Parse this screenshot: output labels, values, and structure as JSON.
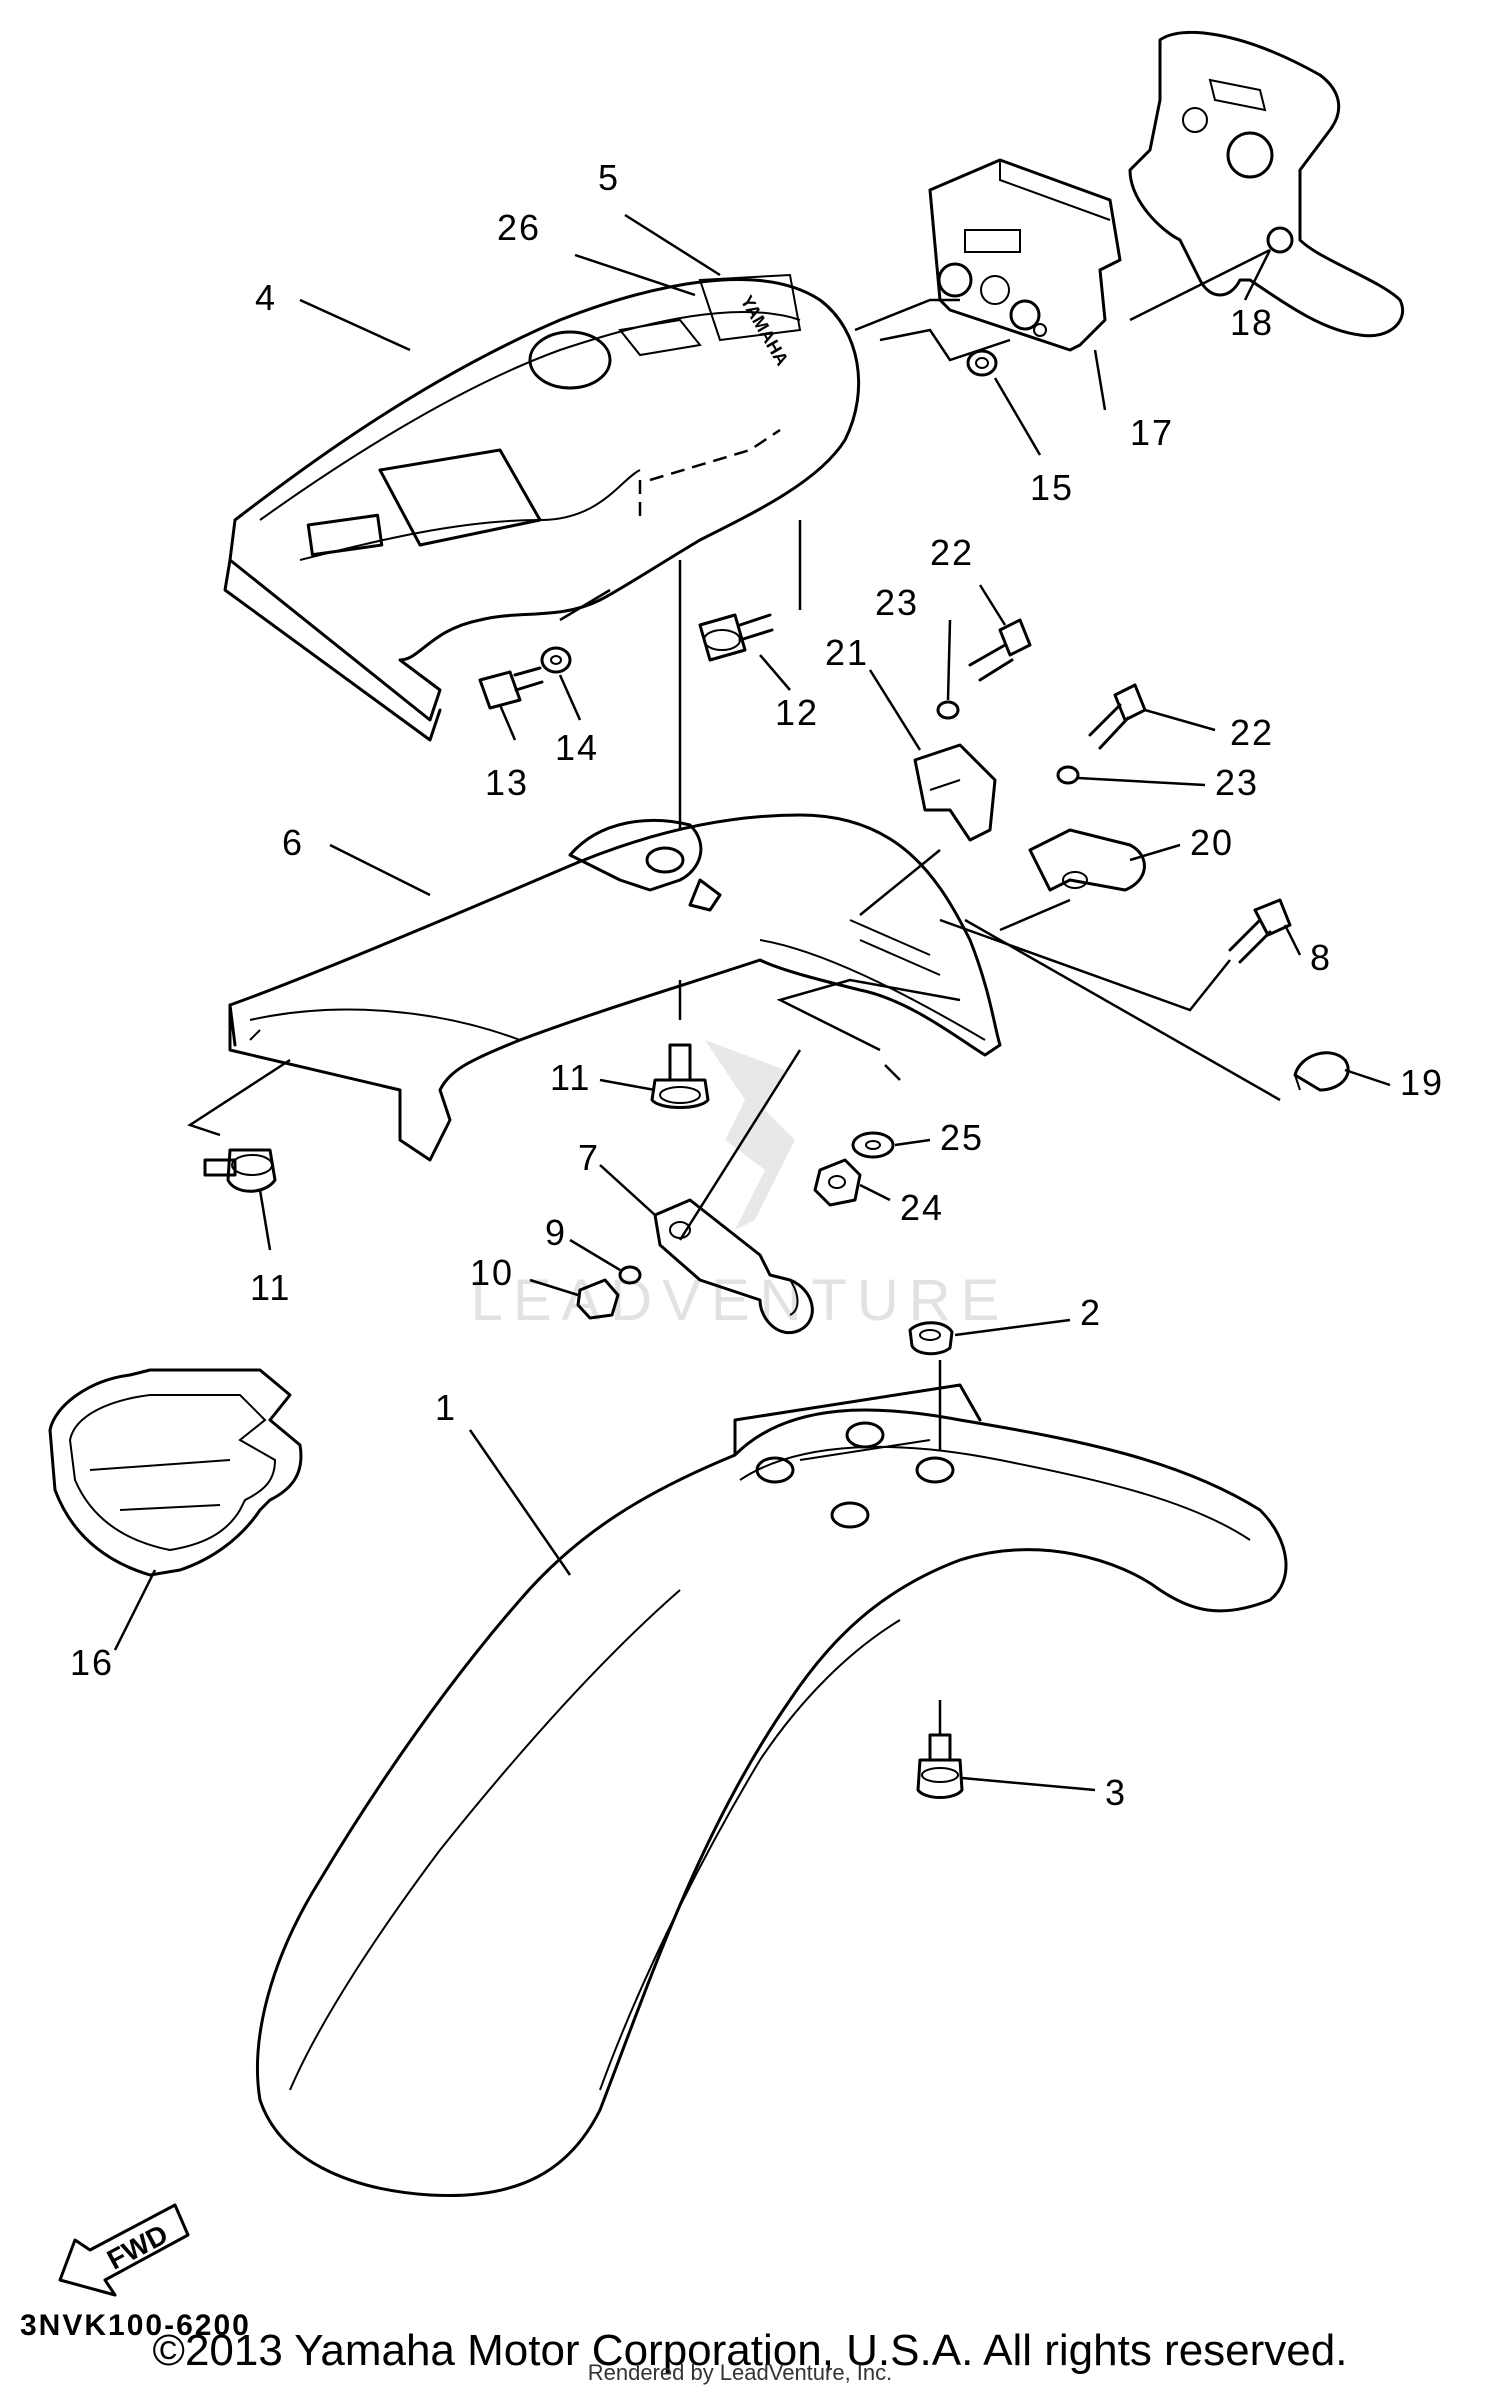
{
  "diagram": {
    "drawing_code": "3NVK100-6200",
    "fwd_label": "FWD",
    "watermark": "LEADVENTURE",
    "copyright": "©2013 Yamaha Motor Corporation, U.S.A. All rights reserved.",
    "rendered_by": "Rendered by LeadVenture, Inc.",
    "brand_decal": "YAMAHA",
    "callouts": [
      {
        "id": "c1",
        "label": "1"
      },
      {
        "id": "c2",
        "label": "2"
      },
      {
        "id": "c3",
        "label": "3"
      },
      {
        "id": "c4",
        "label": "4"
      },
      {
        "id": "c5",
        "label": "5"
      },
      {
        "id": "c6",
        "label": "6"
      },
      {
        "id": "c7",
        "label": "7"
      },
      {
        "id": "c8",
        "label": "8"
      },
      {
        "id": "c9",
        "label": "9"
      },
      {
        "id": "c10",
        "label": "10"
      },
      {
        "id": "c11a",
        "label": "11"
      },
      {
        "id": "c11b",
        "label": "11"
      },
      {
        "id": "c12",
        "label": "12"
      },
      {
        "id": "c13",
        "label": "13"
      },
      {
        "id": "c14",
        "label": "14"
      },
      {
        "id": "c15",
        "label": "15"
      },
      {
        "id": "c16",
        "label": "16"
      },
      {
        "id": "c17",
        "label": "17"
      },
      {
        "id": "c18",
        "label": "18"
      },
      {
        "id": "c19",
        "label": "19"
      },
      {
        "id": "c20",
        "label": "20"
      },
      {
        "id": "c21",
        "label": "21"
      },
      {
        "id": "c22a",
        "label": "22"
      },
      {
        "id": "c22b",
        "label": "22"
      },
      {
        "id": "c23a",
        "label": "23"
      },
      {
        "id": "c23b",
        "label": "23"
      },
      {
        "id": "c24",
        "label": "24"
      },
      {
        "id": "c25",
        "label": "25"
      },
      {
        "id": "c26",
        "label": "26"
      }
    ]
  }
}
